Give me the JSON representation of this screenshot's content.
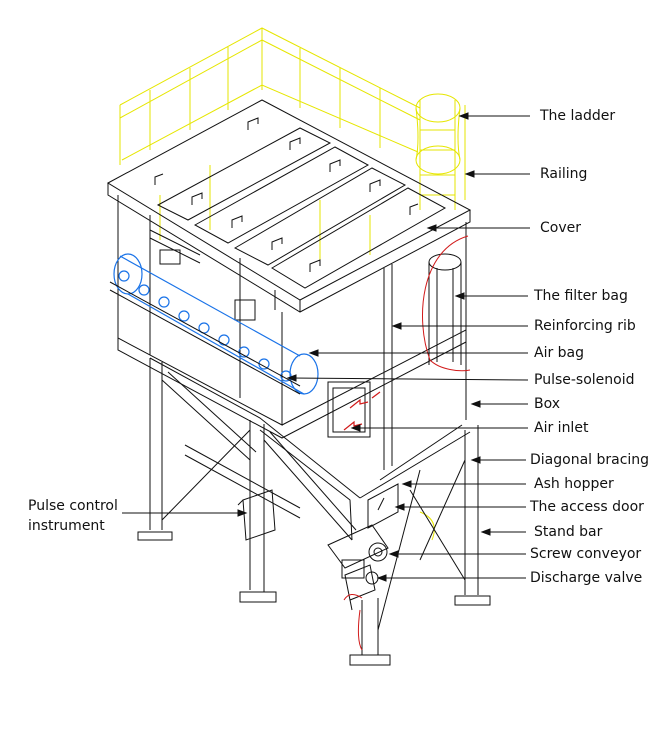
{
  "colors": {
    "line": "#111111",
    "rail": "#e6e600",
    "pipe": "#1a73e8",
    "cone": "#d11a1a"
  },
  "labels": {
    "ladder": "The ladder",
    "railing": "Railing",
    "cover": "Cover",
    "filter_bag": "The filter bag",
    "reinforcing_rib": "Reinforcing rib",
    "air_bag": "Air bag",
    "pulse_solenoid": "Pulse-solenoid",
    "box": "Box",
    "air_inlet": "Air inlet",
    "diagonal_bracing": "Diagonal bracing",
    "ash_hopper": "Ash hopper",
    "access_door": "The access door",
    "stand_bar": "Stand bar",
    "screw_conveyor": "Screw conveyor",
    "discharge_valve": "Discharge valve",
    "pulse_control": "Pulse control instrument"
  }
}
